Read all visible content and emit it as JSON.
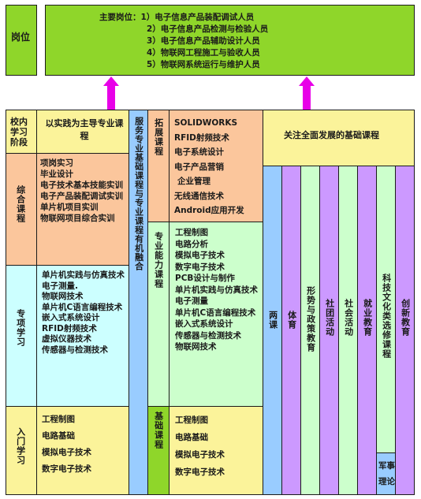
{
  "colors": {
    "green": "#8fd62a",
    "yellow": "#fbf39a",
    "orange": "#fbc69c",
    "cyan": "#ccffff",
    "light_green": "#ccffcc",
    "blue": "#99ccff",
    "lavender": "#cc99ff",
    "arrow": "#e800e8"
  },
  "top": {
    "label": "岗位",
    "title": "主要岗位：",
    "jobs": [
      "1）电子信息产品装配调试人员",
      "2）电子信息产品检测与检验人员",
      "3）电子信息产品辅助设计人员",
      "4）物联网工程施工与验收人员",
      "5）物联网系统运行与维护人员"
    ]
  },
  "left": {
    "header_stage": "校内学习阶段",
    "header_main": "以实践为主导专业课程",
    "comprehensive": {
      "label": "综合课程",
      "items": [
        "项岗实习",
        "毕业设计",
        "电子技术基本技能实训",
        "电子产品装配调试实训",
        "单片机项目实训",
        "物联网项目综合实训"
      ]
    },
    "special": {
      "label": "专项学习",
      "items": [
        "单片机实践与仿真技术",
        "电子测量.",
        "物联网技术",
        "单片机C语言编程技术",
        "嵌入式系统设计",
        "RFID射频技术",
        "虚拟仪器技术",
        "传感器与检测技术"
      ]
    },
    "intro": {
      "label": "入门学习",
      "items": [
        "工程制图",
        "电路基础",
        "模拟电子技术",
        "数字电子技术"
      ]
    }
  },
  "center": {
    "service_col": "服务专业基础课程与专业课程有机融合",
    "expand": {
      "label": "拓展课程",
      "items": [
        "SOLIDWORKS",
        "RFID射频技术",
        "电子系统设计",
        "电子产品营销",
        "企业管理",
        "无线通信技术",
        "Android应用开发"
      ]
    },
    "professional": {
      "label": "专业能力课程",
      "items": [
        "工程制图",
        "电路分析",
        "模拟电子技术",
        "数字电子技术",
        "PCB设计与制作",
        "单片机实践与仿真技术",
        "电子测量",
        "单片机C语言编程技术",
        "嵌入式系统设计",
        "传感器与检测技术",
        "物联网技术"
      ]
    },
    "basic": {
      "label": "基础课程",
      "items": [
        "工程制图",
        "电路基础",
        "模拟电子技术",
        "数字电子技术"
      ]
    }
  },
  "right": {
    "header": "关注全面发展的基础课程",
    "columns": [
      "两课",
      "体育",
      "形势与政策教育",
      "社团活动",
      "社会活动",
      "就业教育",
      "科技文化类选修课程",
      "创新教育"
    ],
    "extra": "军事理论"
  }
}
